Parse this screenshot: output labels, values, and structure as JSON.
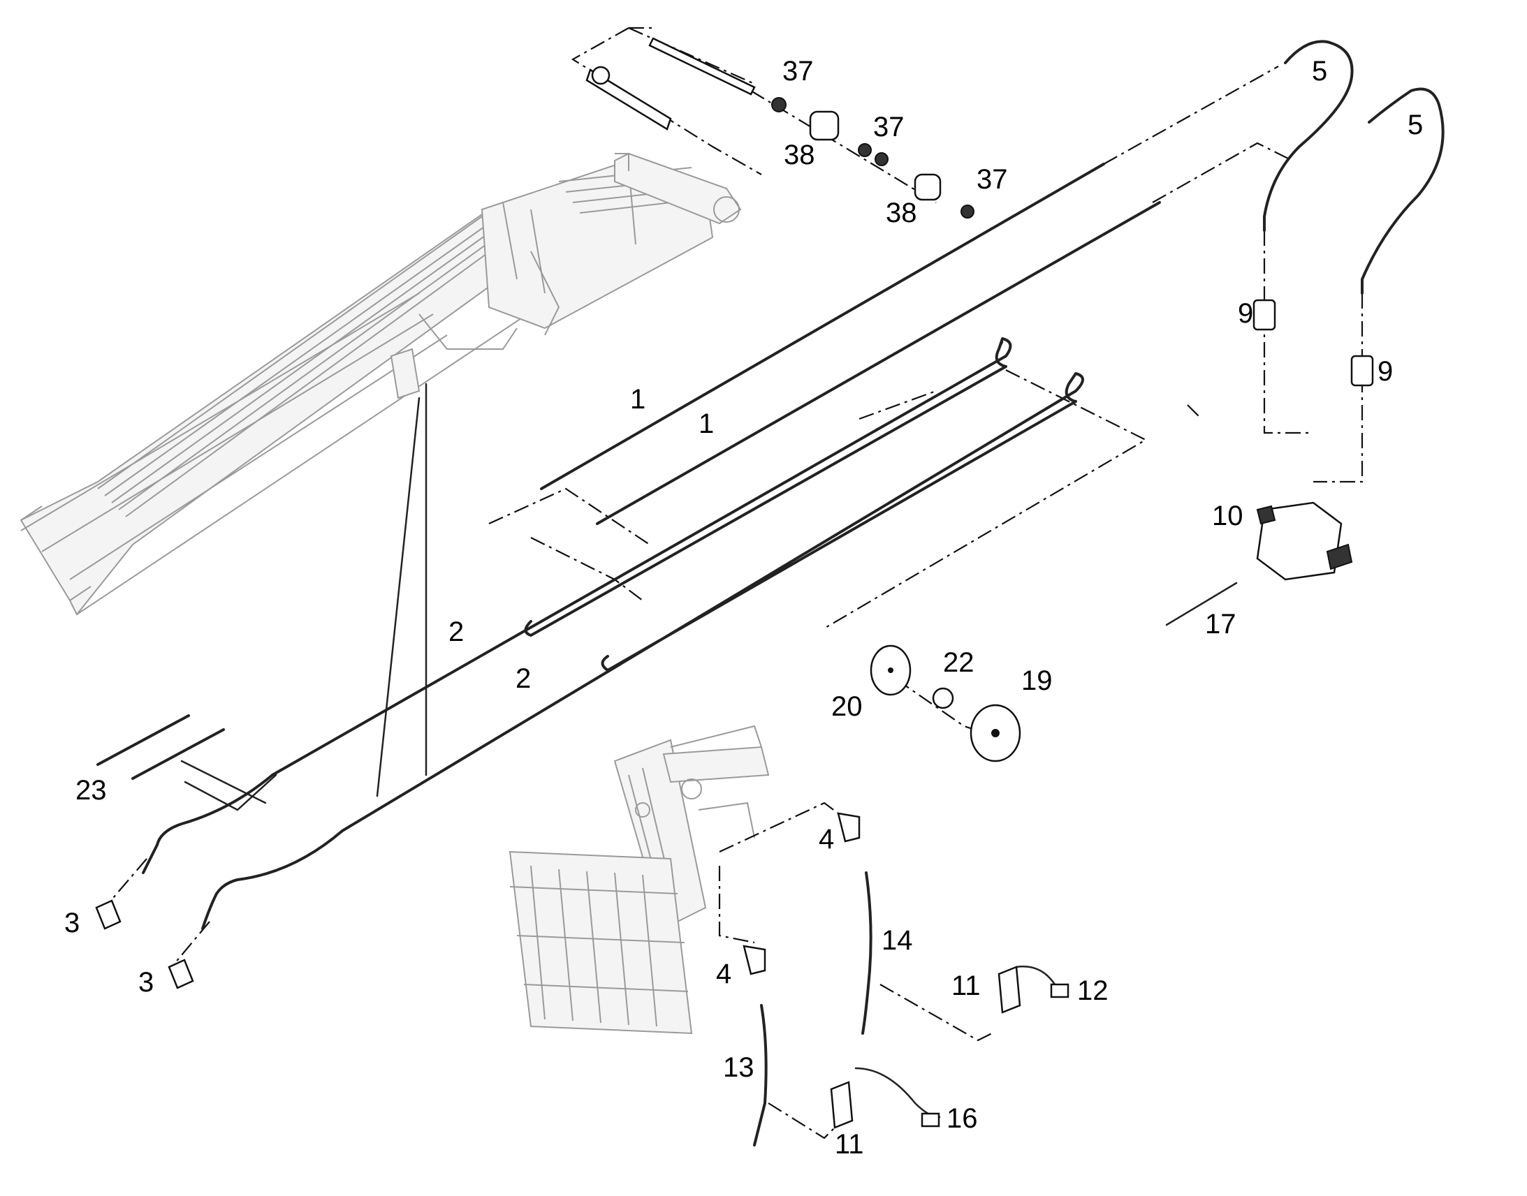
{
  "callouts": {
    "c1a": "1",
    "c1b": "1",
    "c2a": "2",
    "c2b": "2",
    "c3a": "3",
    "c3b": "3",
    "c4a": "4",
    "c4b": "4",
    "c5a": "5",
    "c5b": "5",
    "c9a": "9",
    "c9b": "9",
    "c10": "10",
    "c11a": "11",
    "c11b": "11",
    "c12": "12",
    "c13": "13",
    "c14": "14",
    "c16": "16",
    "c17": "17",
    "c19": "19",
    "c20": "20",
    "c22": "22",
    "c23": "23",
    "c37a": "37",
    "c37b": "37",
    "c37c": "37",
    "c38a": "38",
    "c38b": "38"
  }
}
